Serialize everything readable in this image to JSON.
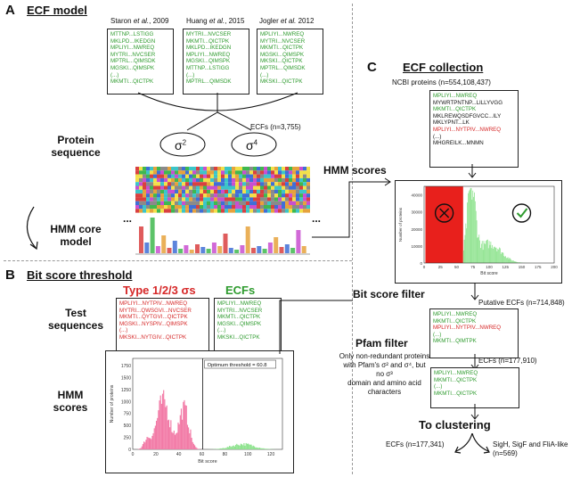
{
  "panelA": {
    "letter": "A",
    "title": "ECF model",
    "refs": [
      {
        "author": "Staron",
        "etal": "et al.",
        "year": ", 2009",
        "seqs": [
          [
            "g",
            "MTTNP...LSTIGG"
          ],
          [
            "g",
            "MKLPD...IKEDGN"
          ],
          [
            "g",
            "MPLIYI...NWREQ"
          ],
          [
            "g",
            "MYTRI...NVCSER"
          ],
          [
            "g",
            "MPTRL...QIMSDK"
          ],
          [
            "g",
            "MGSKI...QIMSPK"
          ],
          [
            "g",
            "(...)"
          ],
          [
            "g",
            "MKMTI...QICTPK"
          ]
        ]
      },
      {
        "author": "Huang",
        "etal": "et al.",
        "year": ", 2015",
        "seqs": [
          [
            "g",
            "MYTRI...NVCSER"
          ],
          [
            "g",
            "MKMTI...QICTPK"
          ],
          [
            "g",
            "MKLPD...IKEDGN"
          ],
          [
            "g",
            "MPLIYI...NWREQ"
          ],
          [
            "g",
            "MGSKI...QIMSPK"
          ],
          [
            "g",
            "MTTNP...LSTIGG"
          ],
          [
            "g",
            "(...)"
          ],
          [
            "g",
            "MPTRL...QIMSDK"
          ]
        ]
      },
      {
        "author": "Jogler",
        "etal": "et al.",
        "year": " 2012",
        "seqs": [
          [
            "g",
            "MPLIYI...NWREQ"
          ],
          [
            "g",
            "MYTRI...NVCSER"
          ],
          [
            "g",
            "MKMTI...QICTPK"
          ],
          [
            "g",
            "MGSKI...QIMSPK"
          ],
          [
            "g",
            "MKSKI...QICTPK"
          ],
          [
            "g",
            "MPTRL...QIMSDK"
          ],
          [
            "g",
            "(...)"
          ],
          [
            "g",
            "MKSKI...QICTPK"
          ]
        ]
      }
    ],
    "ecf_count": "ECFs (n=3,755)",
    "protein_sequence": "Protein\nsequence",
    "sigma2": "σ",
    "sigma2_sup": "2",
    "sigma4": "σ",
    "sigma4_sup": "4",
    "hmm_core": "HMM core\nmodel",
    "ellipsis_left": "...",
    "ellipsis_right": "..."
  },
  "panelB": {
    "letter": "B",
    "title": "Bit score threshold",
    "type_heading": "Type 1/2/3 σs",
    "ecf_heading": "ECFs",
    "test_sequences": "Test\nsequences",
    "type_seqs": [
      [
        "r",
        "MPLIYI...NYTPIV...NWREQ"
      ],
      [
        "r",
        "MYTRI...QWSGVI...NVCSER"
      ],
      [
        "r",
        "MKMTI...QYTGVI...QICTPK"
      ],
      [
        "r",
        "MGSKI...NYSPIV...QIMSPK"
      ],
      [
        "r",
        "(...)"
      ],
      [
        "r",
        "MKSKI...NYTGIV...QICTPK"
      ]
    ],
    "ecf_seqs": [
      [
        "g",
        "MPLIYI...NWREQ"
      ],
      [
        "g",
        "MYTRI...NVCSER"
      ],
      [
        "g",
        "MKMTI...QICTPK"
      ],
      [
        "g",
        "MGSKI...QIMSPK"
      ],
      [
        "g",
        "(...)"
      ],
      [
        "g",
        "MKSKI...QICTPK"
      ]
    ],
    "hmm_scores": "HMM\nscores",
    "plot": {
      "threshold_label": "Optimum threshold = 60.8",
      "ylabel": "Number of proteins",
      "xlabel": "Bit score",
      "yticks": [
        "0",
        "250",
        "500",
        "750",
        "1000",
        "1250",
        "1500",
        "1750"
      ],
      "xticks": [
        "0",
        "20",
        "40",
        "60",
        "80",
        "100",
        "120"
      ]
    }
  },
  "panelC": {
    "letter": "C",
    "title": "ECF collection",
    "ncbi": "NCBI proteins (n=554,108,437)",
    "ncbi_seqs": [
      [
        "g",
        "MPLIYI...NWREQ"
      ],
      [
        "k",
        "MYWRTPNTNP...LILLYVGG"
      ],
      [
        "g",
        "MKMTI...QICTPK"
      ],
      [
        "k",
        "MKLREWQSDFGVCC...ILY"
      ],
      [
        "k",
        "MKLYPNT...LK"
      ],
      [
        "r",
        "MPLIYI...NYTPIV...NWREQ"
      ],
      [
        "k",
        "(...)"
      ],
      [
        "k",
        "MHGREILK...MNMN"
      ]
    ],
    "hmm_scores": "HMM scores",
    "plot": {
      "ylabel": "Number of proteins",
      "xlabel": "Bit score",
      "yticks": [
        "0",
        "10000",
        "20000",
        "30000",
        "40000"
      ],
      "xticks": [
        "0",
        "25",
        "50",
        "75",
        "100",
        "125",
        "150",
        "175",
        "200"
      ]
    },
    "bit_score_filter": "Bit score filter",
    "putative": "Putative ECFs (n=714,848)",
    "putative_seqs": [
      [
        "g",
        "MPLIYI...NWREQ"
      ],
      [
        "g",
        "MKMTI...QICTPK"
      ],
      [
        "r",
        "MPLIYI...NYTPIV...NWREQ"
      ],
      [
        "g",
        "(...)"
      ],
      [
        "g",
        "MKMTI...QIMTPK"
      ]
    ],
    "pfam_filter": "Pfam filter",
    "pfam_desc": "Only non-redundant proteins\nwith Pfam's σ² and σ⁴, but no σ³\ndomain and amino acid\ncharacters",
    "ecfs_after": "ECFs (n=177,910)",
    "pfam_seqs": [
      [
        "g",
        "MPLIYI...NWREQ"
      ],
      [
        "g",
        "MKMTI...QICTPK"
      ],
      [
        "g",
        "(...)"
      ],
      [
        "g",
        "MKMTI...QICTPK"
      ]
    ],
    "to_clustering": "To clustering",
    "ecfs_final": "ECFs (n=177,341)",
    "sig_final": "SigH, SigF and FliA-like\n(n=569)"
  },
  "colors": {
    "green": "#2e9b2e",
    "red": "#d62828",
    "pink": "#f27aa6",
    "lightgreen": "#8fe38f",
    "reject": "#e8201c"
  }
}
